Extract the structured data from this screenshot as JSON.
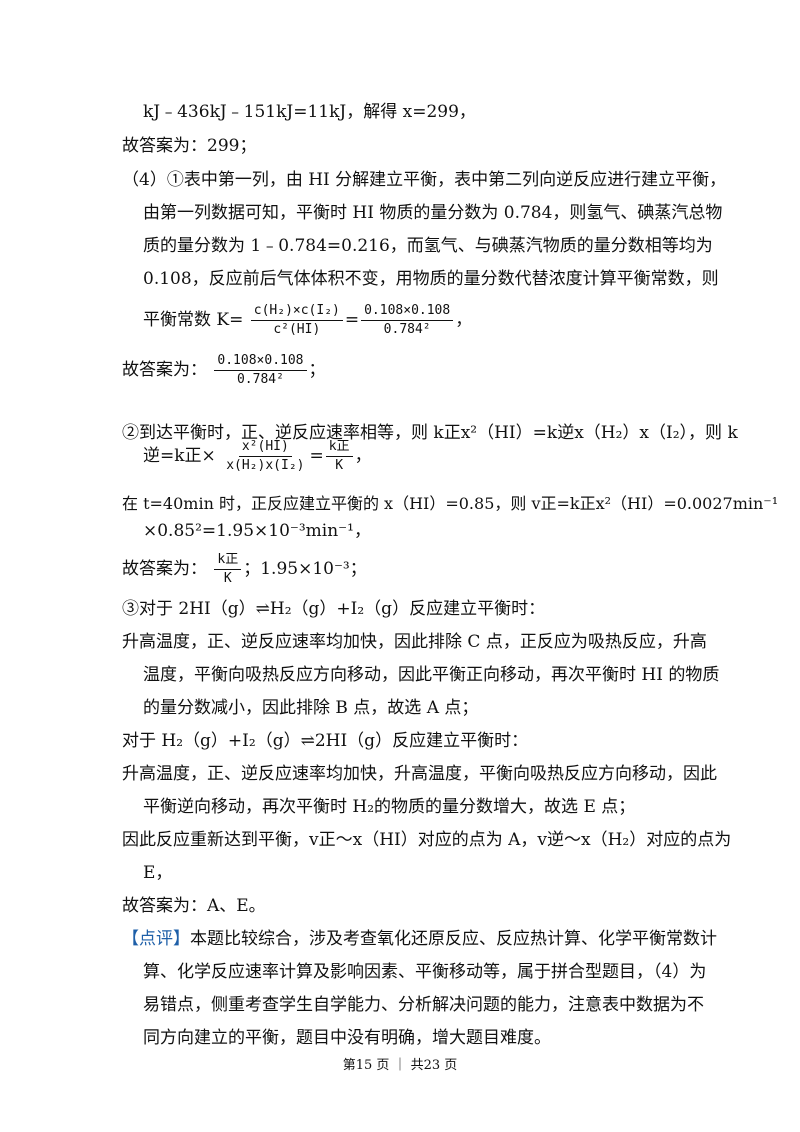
{
  "content": {
    "l1": "kJ﹣436kJ﹣151kJ=11kJ，解得 x=299，",
    "l2": "故答案为：299；",
    "l3": "（4）①表中第一列，由 HI 分解建立平衡，表中第二列向逆反应进行建立平衡，",
    "l4": "由第一列数据可知，平衡时 HI 物质的量分数为 0.784，则氢气、碘蒸汽总物",
    "l5": "质的量分数为 1﹣0.784=0.216，而氢气、与碘蒸汽物质的量分数相等均为",
    "l6": "0.108，反应前后气体体积不变，用物质的量分数代替浓度计算平衡常数，则",
    "l7_prefix": "平衡常数 K=",
    "l7_f1_num": "c(H₂)×c(I₂)",
    "l7_f1_den": "c²(HI)",
    "l7_eq": "=",
    "l7_f2_num": "0.108×0.108",
    "l7_f2_den": "0.784²",
    "l7_suffix": "，",
    "l8_prefix": "故答案为：",
    "l8_f_num": "0.108×0.108",
    "l8_f_den": "0.784²",
    "l8_suffix": "；",
    "l9": "②到达平衡时，正、逆反应速率相等，则 k正x²（HI）=k逆x（H₂）x（I₂），则 k",
    "l10_prefix": "逆=k正×",
    "l10_f1_num": "x²(HI)",
    "l10_f1_den": "x(H₂)x(I₂)",
    "l10_eq": "=",
    "l10_f2_num": "k正",
    "l10_f2_den": "K",
    "l10_suffix": "，",
    "l11": "在 t=40min 时，正反应建立平衡的 x（HI）=0.85，则 v正=k正x²（HI）=0.0027min⁻¹",
    "l12": "×0.85²=1.95×10⁻³min⁻¹，",
    "l13_prefix": "故答案为：",
    "l13_f_num": "k正",
    "l13_f_den": "K",
    "l13_suffix": "；1.95×10⁻³；",
    "l14": "③对于 2HI（g）⇌H₂（g）+I₂（g）反应建立平衡时：",
    "l15": "升高温度，正、逆反应速率均加快，因此排除 C 点，正反应为吸热反应，升高",
    "l16": "温度，平衡向吸热反应方向移动，因此平衡正向移动，再次平衡时 HI 的物质",
    "l17": "的量分数减小，因此排除 B 点，故选 A 点；",
    "l18": "对于 H₂（g）+I₂（g）⇌2HI（g）反应建立平衡时：",
    "l19": "升高温度，正、逆反应速率均加快，升高温度，平衡向吸热反应方向移动，因此",
    "l20": "平衡逆向移动，再次平衡时 H₂的物质的量分数增大，故选 E 点；",
    "l21": "因此反应重新达到平衡，v正～x（HI）对应的点为 A，v逆～x（H₂）对应的点为",
    "l22": "E，",
    "l23": "故答案为：A、E。",
    "l24_tag": "【点评】",
    "l24_text": "本题比较综合，涉及考查氧化还原反应、反应热计算、化学平衡常数计",
    "l25": "算、化学反应速率计算及影响因素、平衡移动等，属于拼合型题目，（4）为",
    "l26": "易错点，侧重考查学生自学能力、分析解决问题的能力，注意表中数据为不",
    "l27": "同方向建立的平衡，题目中没有明确，增大题目难度。"
  },
  "footer": {
    "text": "第15 页 ｜ 共23 页"
  },
  "colors": {
    "bracket": "#1e5fa8",
    "text": "#111111"
  }
}
